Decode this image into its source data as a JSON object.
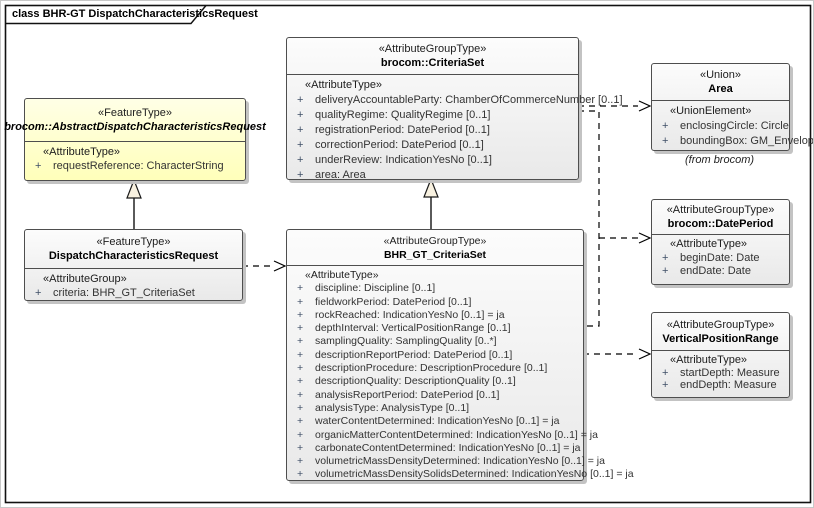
{
  "frame": {
    "title": "class BHR-GT DispatchCharacteristicsRequest"
  },
  "ui": {
    "plus_symbol": "+"
  },
  "colors": {
    "box_fill_top": "#fcfcfc",
    "box_fill_bottom": "#e9e9e9",
    "yellow_fill_top": "#ffffe6",
    "yellow_fill_bottom": "#ffffba",
    "border": "#4e4e4e",
    "shadow": "#c3c3c3",
    "plus": "#3e4e66",
    "connector": "#000000"
  },
  "classes": {
    "abstract": {
      "stereotype": "«FeatureType»",
      "name": "brocom::AbstractDispatchCharacteristicsRequest",
      "section_label": "«AttributeType»",
      "attributes": [
        "requestReference: CharacterString"
      ]
    },
    "dispatch": {
      "stereotype": "«FeatureType»",
      "name": "DispatchCharacteristicsRequest",
      "section_label": "«AttributeGroup»",
      "attributes": [
        "criteria: BHR_GT_CriteriaSet"
      ]
    },
    "criteriaset": {
      "stereotype": "«AttributeGroupType»",
      "name": "brocom::CriteriaSet",
      "section_label": "«AttributeType»",
      "attributes": [
        "deliveryAccountableParty: ChamberOfCommerceNumber [0..1]",
        "qualityRegime: QualityRegime [0..1]",
        "registrationPeriod: DatePeriod [0..1]",
        "correctionPeriod: DatePeriod [0..1]",
        "underReview: IndicationYesNo [0..1]",
        "area: Area"
      ]
    },
    "bhr": {
      "stereotype": "«AttributeGroupType»",
      "name": "BHR_GT_CriteriaSet",
      "section_label": "«AttributeType»",
      "attributes": [
        "discipline: Discipline [0..1]",
        "fieldworkPeriod: DatePeriod [0..1]",
        "rockReached: IndicationYesNo [0..1] = ja",
        "depthInterval: VerticalPositionRange [0..1]",
        "samplingQuality: SamplingQuality [0..*]",
        "descriptionReportPeriod: DatePeriod [0..1]",
        "descriptionProcedure: DescriptionProcedure [0..1]",
        "descriptionQuality: DescriptionQuality [0..1]",
        "analysisReportPeriod: DatePeriod [0..1]",
        "analysisType: AnalysisType [0..1]",
        "waterContentDetermined: IndicationYesNo [0..1] = ja",
        "organicMatterContentDetermined: IndicationYesNo [0..1] = ja",
        "carbonateContentDetermined: IndicationYesNo [0..1] = ja",
        "volumetricMassDensityDetermined: IndicationYesNo [0..1] = ja",
        "volumetricMassDensitySolidsDetermined: IndicationYesNo [0..1] = ja"
      ]
    },
    "area": {
      "stereotype": "«Union»",
      "name": "Area",
      "section_label": "«UnionElement»",
      "attributes": [
        "enclosingCircle: Circle",
        "boundingBox: GM_Envelope"
      ],
      "caption": "(from brocom)"
    },
    "dateperiod": {
      "stereotype": "«AttributeGroupType»",
      "name": "brocom::DatePeriod",
      "section_label": "«AttributeType»",
      "attributes": [
        "beginDate: Date",
        "endDate: Date"
      ]
    },
    "vpr": {
      "stereotype": "«AttributeGroupType»",
      "name": "VerticalPositionRange",
      "section_label": "«AttributeType»",
      "attributes": [
        "startDepth: Measure",
        "endDepth: Measure"
      ]
    }
  }
}
